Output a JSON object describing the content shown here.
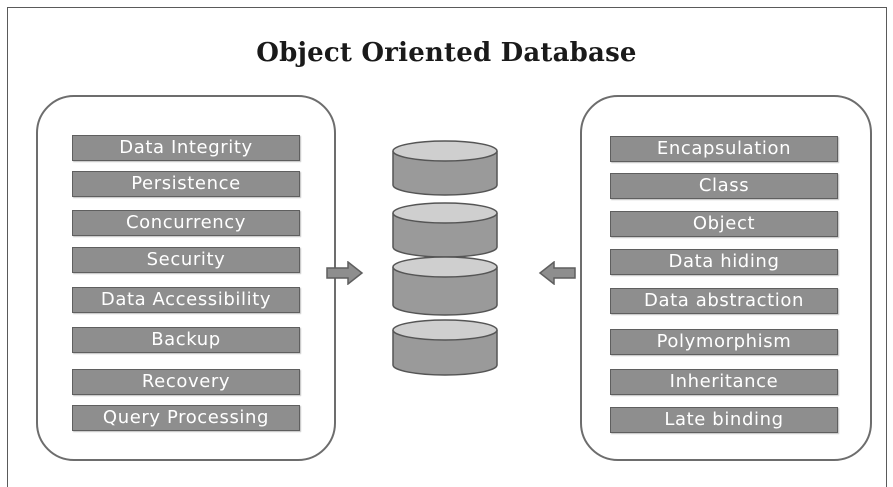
{
  "title": "Object Oriented Database",
  "left_features": [
    "Data Integrity",
    "Persistence",
    "Concurrency",
    "Security",
    "Data Accessibility",
    "Backup",
    "Recovery",
    "Query Processing"
  ],
  "right_features": [
    "Encapsulation",
    "Class",
    "Object",
    "Data hiding",
    "Data abstraction",
    "Polymorphism",
    "Inheritance",
    "Late binding"
  ],
  "colors": {
    "box_fill": "#8e8e8e",
    "box_border": "#5f5f5f",
    "cylinder_fill": "#9a9a9a",
    "cylinder_top": "#cfcfcf",
    "outline": "#6d6d6d"
  },
  "icons": {
    "left_arrow": "arrow-right-icon",
    "right_arrow": "arrow-left-icon",
    "center": "database-icon"
  }
}
